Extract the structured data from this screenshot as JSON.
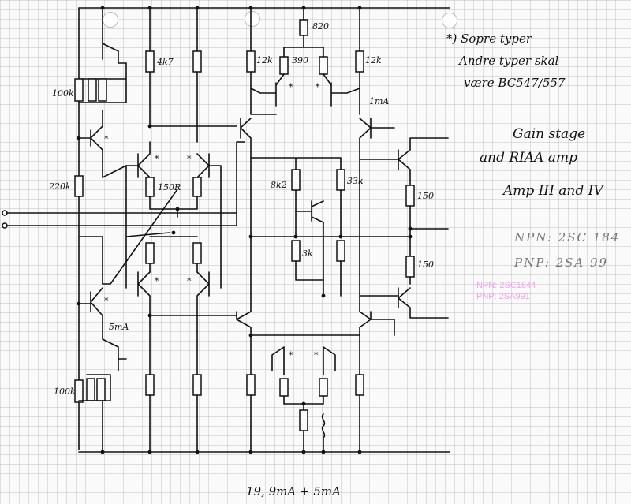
{
  "notes": {
    "star_note_line1": "*) Sopre typer",
    "star_note_line2": "Andre typer skal",
    "star_note_line3": "være BC547/557",
    "title_line1": "Gain stage",
    "title_line2": "and RIAA amp",
    "title_line3": "Amp III and IV",
    "npn_line": "NPN: 2SC 184",
    "pnp_line": "PNP: 2SA 99",
    "footer": "19, 9mA + 5mA"
  },
  "typed_labels": {
    "npn": "NPN: 2SC1844",
    "pnp": "PNP: 2SA991"
  },
  "component_labels": {
    "r_top": "820",
    "r_4k7": "4k7",
    "r_12k_left": "12k",
    "r_390": "390",
    "r_12k_right": "12k",
    "r_100k_top": "100k",
    "r_220k": "220k",
    "r_150R": "150R",
    "r_8k2": "8k2",
    "r_33k": "33k",
    "r_3k": "3k",
    "r_150_a": "150",
    "r_150_b": "150",
    "r_100k_bottom": "100k",
    "i_1mA": "1mA",
    "i_5mA": "5mA"
  },
  "colors": {
    "ink": "#111111",
    "grid": "#969696",
    "pink_label": "#f2a2ee",
    "grey_text": "#777777"
  }
}
